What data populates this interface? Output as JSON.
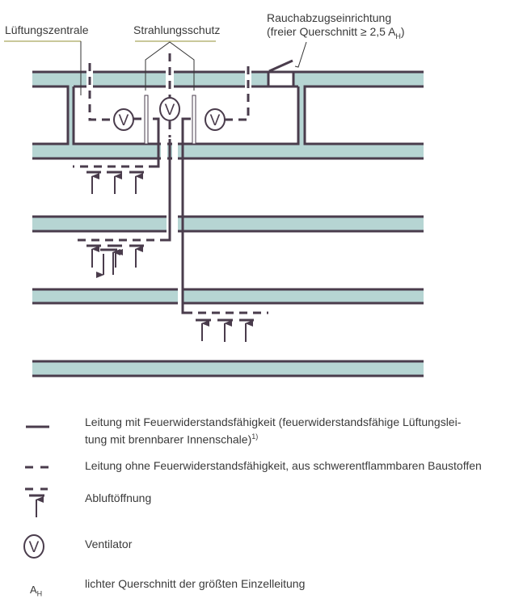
{
  "labels": {
    "lueftungszentrale": "Lüftungszentrale",
    "strahlungsschutz": "Strahlungsschutz",
    "rauchabzug_line1": "Rauchabzugseinrichtung",
    "rauchabzug_line2": "(freier Querschnitt  ≥ 2,5 A",
    "rauchabzug_sub": "H",
    "rauchabzug_close": ")",
    "fan_symbol": "V"
  },
  "legend": [
    {
      "symbol": "solid-line",
      "text_line1": "Leitung mit Feuerwiderstandsfähigkeit (feuerwiderstandsfähige Lüftungslei-",
      "text_line2": "tung mit brennbarer Innenschale)",
      "footnote": "1)"
    },
    {
      "symbol": "dashed-line",
      "text": "Leitung ohne Feuerwiderstandsfähigkeit, aus schwerentflammbaren Baustoffen"
    },
    {
      "symbol": "exhaust-opening",
      "text": "Abluftöffnung"
    },
    {
      "symbol": "fan",
      "text": "Ventilator"
    },
    {
      "symbol": "A",
      "symbol_sub": "H",
      "text": "lichter Querschnitt der größten Einzelleitung"
    }
  ],
  "colors": {
    "slab": "#b6d5d3",
    "line": "#4a3c4c",
    "underline": "#c9c89a"
  }
}
